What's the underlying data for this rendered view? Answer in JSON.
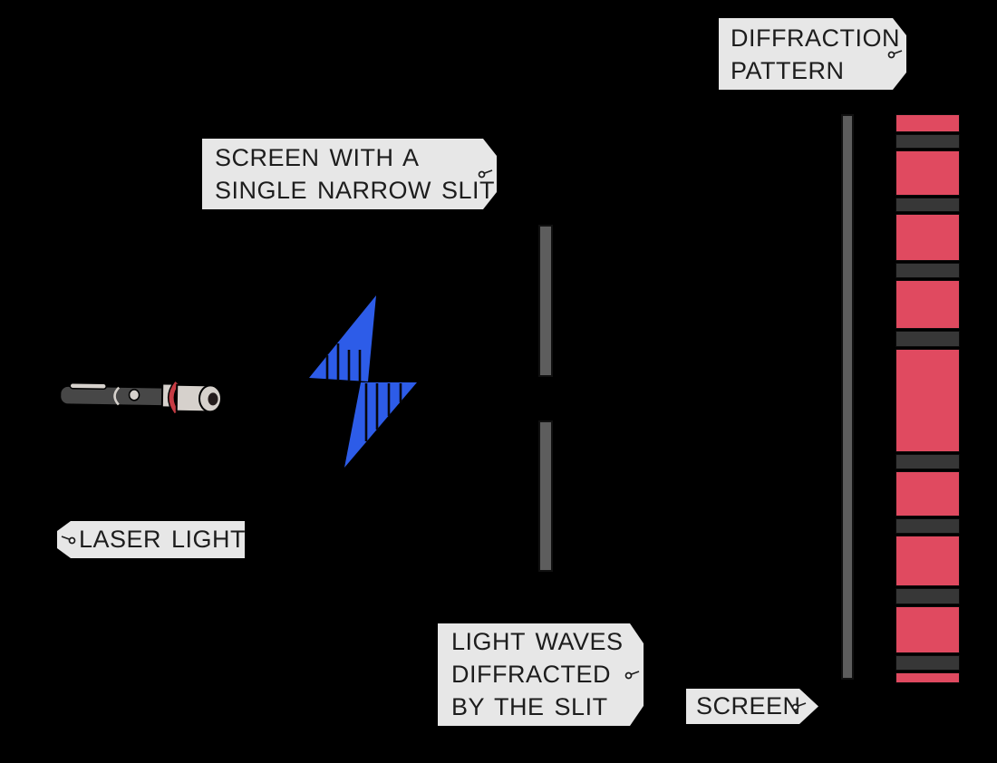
{
  "colors": {
    "background": "#000000",
    "label_bg": "#e7e7e7",
    "label_text": "#1d1d1d",
    "laser_body": "#474747",
    "laser_trim": "#d6d1cc",
    "laser_ring_red": "#c63c44",
    "laser_aperture": "#241c1c",
    "wave_blue": "#2d5ce8",
    "wavefront_line": "#06060a",
    "bar_gray": "#5d5d5d",
    "pattern_red": "#e04a60",
    "pattern_dark": "#373737"
  },
  "labels": {
    "diffraction_pattern": {
      "line1": "DIFFRACTION",
      "line2": "PATTERN"
    },
    "screen_with_slit": {
      "line1": "SCREEN WITH A",
      "line2": "SINGLE NARROW SLIT"
    },
    "laser_light": {
      "line1": "LASER LIGHT"
    },
    "light_waves": {
      "line1": "LIGHT WAVES",
      "line2": "DIFFRACTED",
      "line3": "BY THE SLIT"
    },
    "screen": {
      "line1": "SCREEN"
    }
  },
  "icons": {
    "tag_hole": "tag-hole-icon"
  },
  "diffraction_pattern": {
    "bands": [
      {
        "tone": "red",
        "h": 20
      },
      {
        "tone": "dark",
        "h": 16
      },
      {
        "tone": "red",
        "h": 50
      },
      {
        "tone": "dark",
        "h": 16
      },
      {
        "tone": "red",
        "h": 52
      },
      {
        "tone": "dark",
        "h": 17
      },
      {
        "tone": "red",
        "h": 54
      },
      {
        "tone": "dark",
        "h": 18
      },
      {
        "tone": "red",
        "h": 114
      },
      {
        "tone": "dark",
        "h": 17
      },
      {
        "tone": "red",
        "h": 50
      },
      {
        "tone": "dark",
        "h": 17
      },
      {
        "tone": "red",
        "h": 56
      },
      {
        "tone": "dark",
        "h": 18
      },
      {
        "tone": "red",
        "h": 52
      },
      {
        "tone": "dark",
        "h": 17
      },
      {
        "tone": "red",
        "h": 12
      }
    ]
  }
}
